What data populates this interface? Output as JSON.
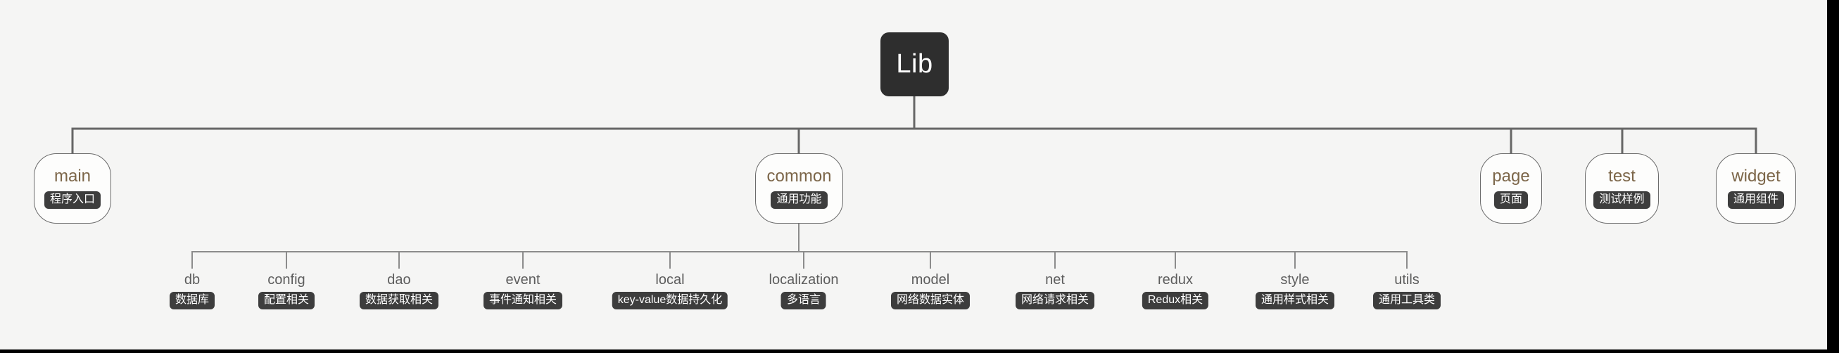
{
  "canvas": {
    "background_color": "#f5f5f4",
    "edge_right_color": "#000000",
    "edge_bottom_color": "#000000"
  },
  "styles": {
    "root_node_bg": "#2e2e2e",
    "root_node_text_color": "#ffffff",
    "node_bg": "#fdfdfc",
    "node_border_color": "#6b6b6b",
    "node_name_color": "#7c6649",
    "leaf_name_color": "#5d5d5d",
    "badge_bg": "#3d3d3d",
    "badge_text_color": "#ffffff",
    "connector_level1_color": "#666666",
    "connector_level2_color": "#8c8c8c"
  },
  "tree": {
    "root": {
      "label": "Lib"
    },
    "level1": [
      {
        "name": "main",
        "badge": "程序入口"
      },
      {
        "name": "common",
        "badge": "通用功能"
      },
      {
        "name": "page",
        "badge": "页面"
      },
      {
        "name": "test",
        "badge": "测试样例"
      },
      {
        "name": "widget",
        "badge": "通用组件"
      }
    ],
    "level2_parent": "common",
    "level2": [
      {
        "name": "db",
        "badge": "数据库"
      },
      {
        "name": "config",
        "badge": "配置相关"
      },
      {
        "name": "dao",
        "badge": "数据获取相关"
      },
      {
        "name": "event",
        "badge": "事件通知相关"
      },
      {
        "name": "local",
        "badge": "key-value数据持久化"
      },
      {
        "name": "localization",
        "badge": "多语言"
      },
      {
        "name": "model",
        "badge": "网络数据实体"
      },
      {
        "name": "net",
        "badge": "网络请求相关"
      },
      {
        "name": "redux",
        "badge": "Redux相关"
      },
      {
        "name": "style",
        "badge": "通用样式相关"
      },
      {
        "name": "utils",
        "badge": "通用工具类"
      }
    ]
  }
}
